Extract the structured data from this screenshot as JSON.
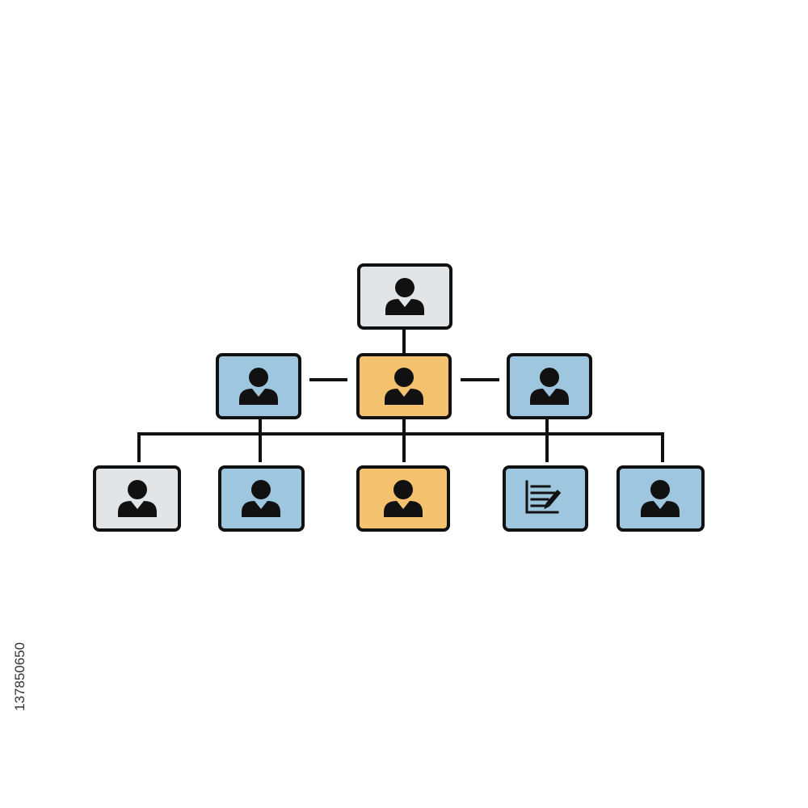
{
  "colors": {
    "background": "#ffffff",
    "stroke": "#111111",
    "gray": "#e3e4e6",
    "blue": "#9fc6df",
    "orange": "#f4c26f"
  },
  "stock_id": "137850650",
  "nodes": [
    {
      "id": "top",
      "fill": "gray",
      "icon": "person-icon"
    },
    {
      "id": "mid-left",
      "fill": "blue",
      "icon": "person-icon"
    },
    {
      "id": "mid-center",
      "fill": "orange",
      "icon": "person-icon"
    },
    {
      "id": "mid-right",
      "fill": "blue",
      "icon": "person-icon"
    },
    {
      "id": "bottom-1",
      "fill": "gray",
      "icon": "person-icon"
    },
    {
      "id": "bottom-2",
      "fill": "blue",
      "icon": "person-icon"
    },
    {
      "id": "bottom-3",
      "fill": "orange",
      "icon": "person-icon"
    },
    {
      "id": "bottom-4",
      "fill": "blue",
      "icon": "document-edit-icon"
    },
    {
      "id": "bottom-5",
      "fill": "blue",
      "icon": "person-icon"
    }
  ]
}
